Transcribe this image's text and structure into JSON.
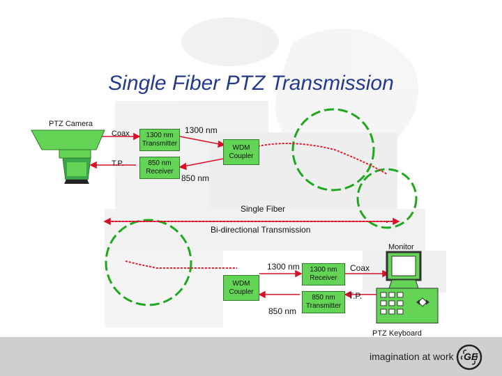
{
  "title": "Single Fiber PTZ Transmission",
  "top": {
    "camera_label": "PTZ Camera",
    "coax_label": "Coax",
    "tp_label": "T.P.",
    "transmitter": [
      "1300 nm",
      "Transmitter"
    ],
    "receiver": [
      "850 nm",
      "Receiver"
    ],
    "wdm": [
      "WDM",
      "Coupler"
    ],
    "wave_1300": "1300 nm",
    "wave_850": "850 nm"
  },
  "fiber": {
    "single_fiber": "Single Fiber",
    "bidirectional": "Bi-directional Transmission"
  },
  "bottom": {
    "monitor_label": "Monitor",
    "wave_1300": "1300 nm",
    "wave_850": "850 nm",
    "wdm": [
      "WDM",
      "Coupler"
    ],
    "receiver": [
      "1300 nm",
      "Receiver"
    ],
    "transmitter": [
      "850 nm",
      "Transmitter"
    ],
    "coax_label": "Coax",
    "tp_label": "T.P.",
    "keyboard_label": "PTZ  Keyboard"
  },
  "footer": {
    "tagline": "imagination at work",
    "logo": "GE"
  },
  "colors": {
    "green": "#63d455",
    "red_fiber": "#e41a2b",
    "circle": "#1ea81e",
    "title": "#243a8c",
    "footer_bg": "#cfcfcf"
  }
}
